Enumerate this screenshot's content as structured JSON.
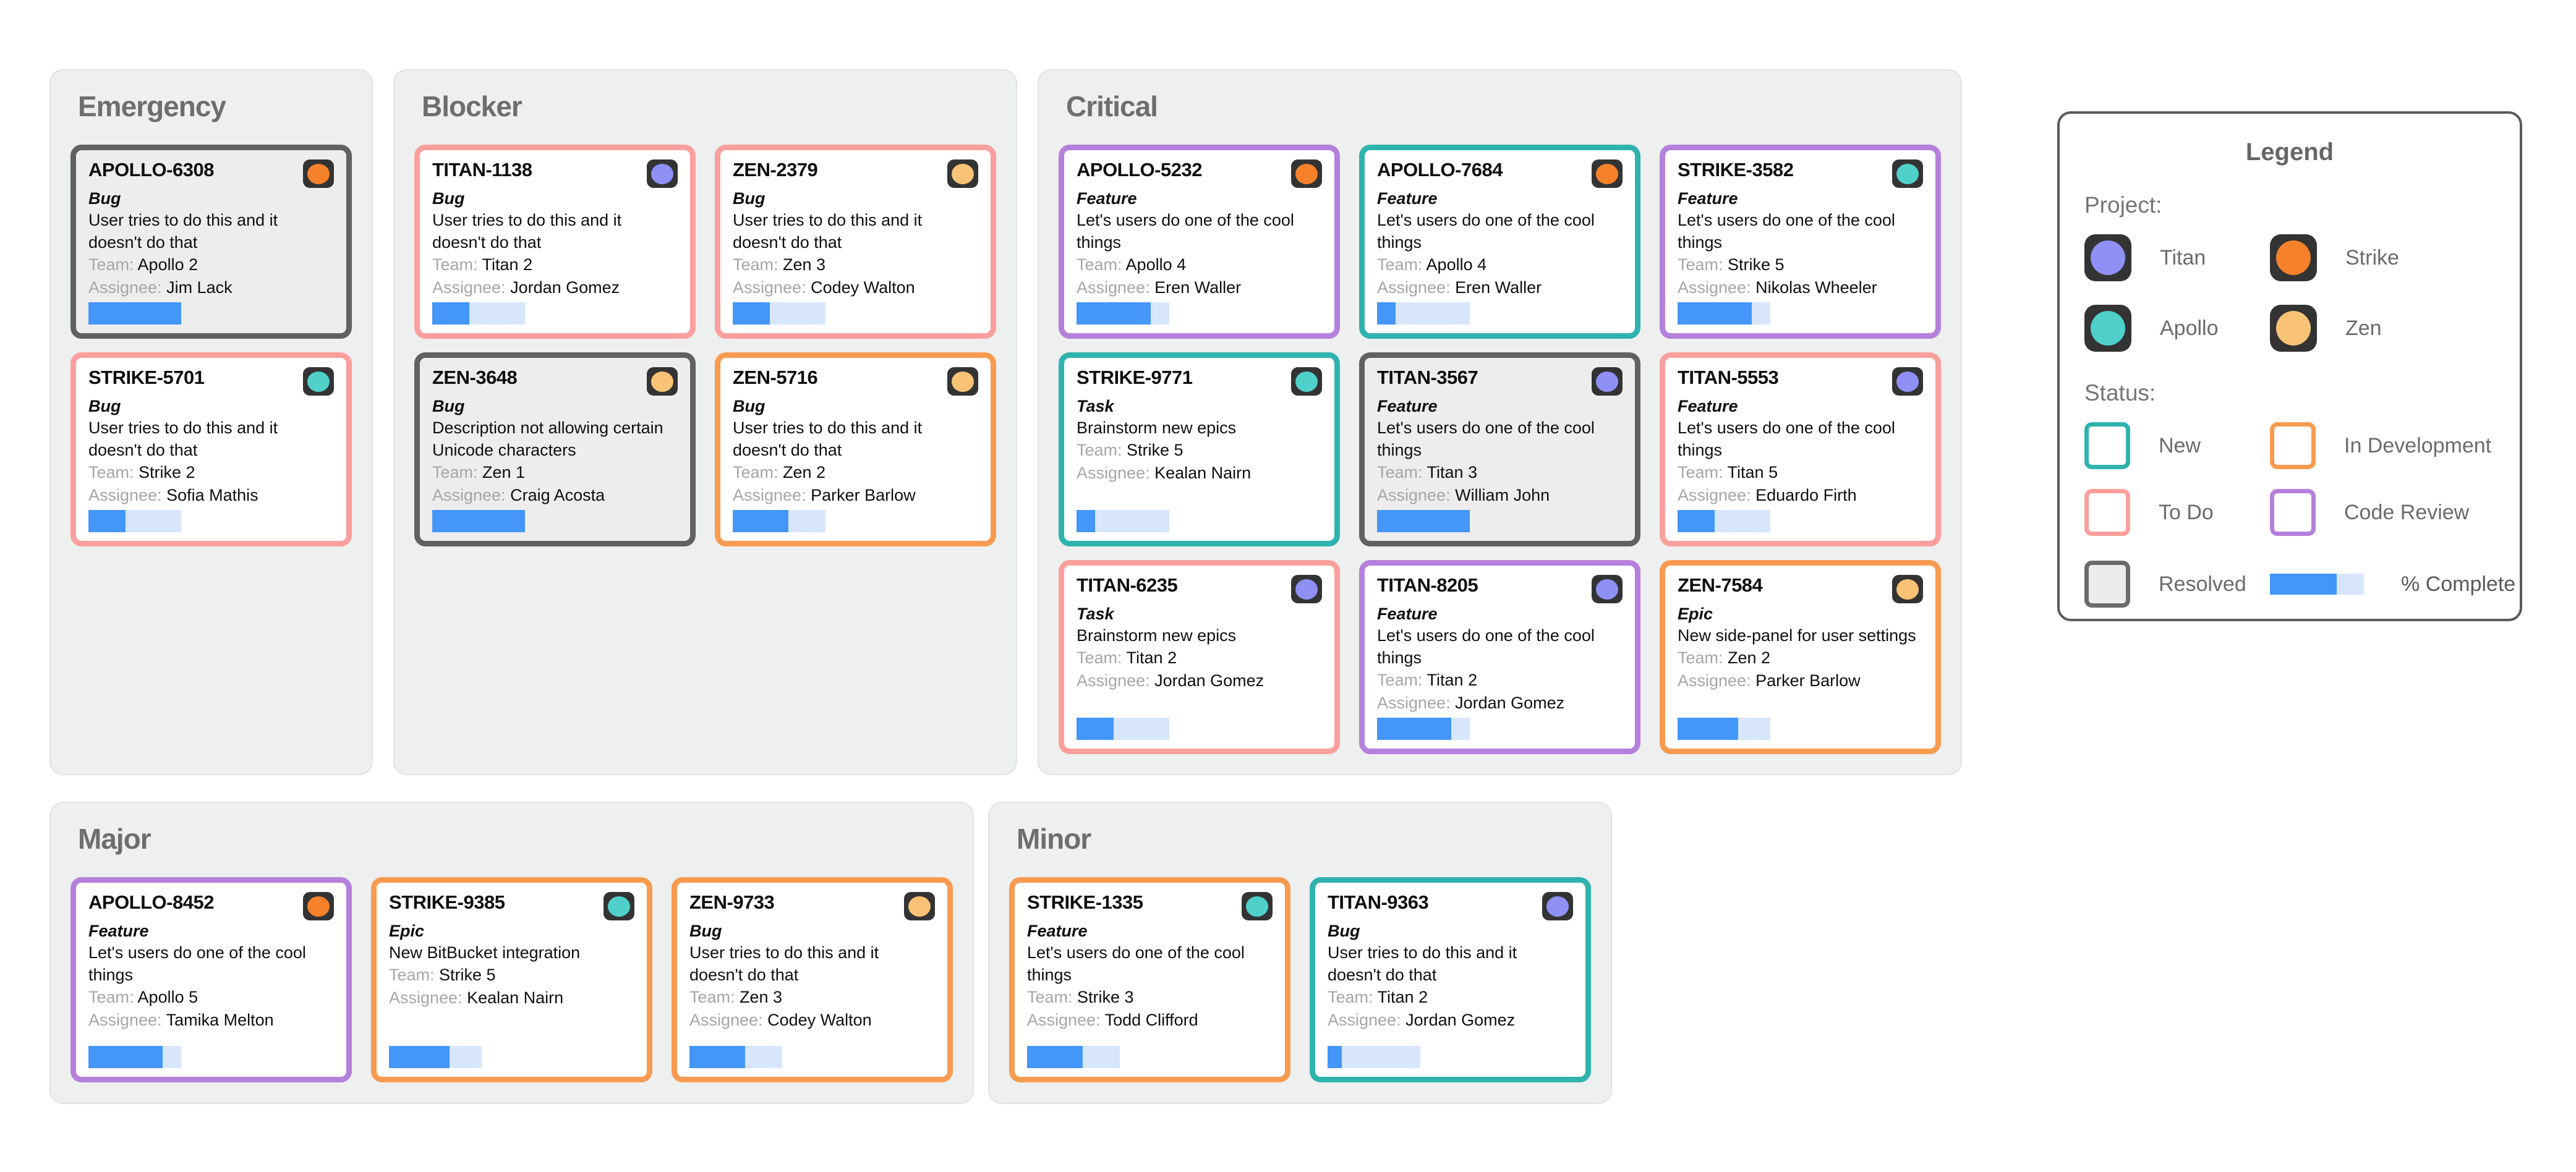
{
  "board": {
    "labels": {
      "team": "Team:",
      "assignee": "Assignee:"
    },
    "columns": [
      {
        "title": "Emergency",
        "cards": [
          {
            "id": "APOLLO-6308",
            "type": "Bug",
            "description": "User tries to do this and it doesn't do that",
            "team": "Apollo 2",
            "assignee": "Jim Lack",
            "project": "Apollo",
            "icon_color": "#f5812a",
            "status": "Resolved",
            "status_key": "resolved",
            "percent_complete": 100
          },
          {
            "id": "STRIKE-5701",
            "type": "Bug",
            "description": "User tries to do this and it doesn't do that",
            "team": "Strike 2",
            "assignee": "Sofia Mathis",
            "project": "Strike",
            "icon_color": "#4fd0cb",
            "status": "To Do",
            "status_key": "todo",
            "percent_complete": 40
          }
        ]
      },
      {
        "title": "Blocker",
        "cards": [
          {
            "id": "TITAN-1138",
            "type": "Bug",
            "description": "User tries to do this and it doesn't do that",
            "team": "Titan 2",
            "assignee": "Jordan Gomez",
            "project": "Titan",
            "icon_color": "#8f90f5",
            "status": "To Do",
            "status_key": "todo",
            "percent_complete": 40
          },
          {
            "id": "ZEN-2379",
            "type": "Bug",
            "description": "User tries to do this and it doesn't do that",
            "team": "Zen 3",
            "assignee": "Codey Walton",
            "project": "Zen",
            "icon_color": "#f9c375",
            "status": "To Do",
            "status_key": "todo",
            "percent_complete": 40
          },
          {
            "id": "ZEN-3648",
            "type": "Bug",
            "description": "Description not allowing certain Unicode characters",
            "team": "Zen 1",
            "assignee": "Craig Acosta",
            "project": "Zen",
            "icon_color": "#f9c375",
            "status": "Resolved",
            "status_key": "resolved",
            "percent_complete": 100
          },
          {
            "id": "ZEN-5716",
            "type": "Bug",
            "description": "User tries to do this and it doesn't do that",
            "team": "Zen 2",
            "assignee": "Parker Barlow",
            "project": "Zen",
            "icon_color": "#f9c375",
            "status": "In Development",
            "status_key": "indev",
            "percent_complete": 60
          }
        ]
      },
      {
        "title": "Critical",
        "cards": [
          {
            "id": "APOLLO-5232",
            "type": "Feature",
            "description": "Let's users do one of the cool things",
            "team": "Apollo 4",
            "assignee": "Eren Waller",
            "project": "Apollo",
            "icon_color": "#f5812a",
            "status": "Code Review",
            "status_key": "codereview",
            "percent_complete": 80
          },
          {
            "id": "APOLLO-7684",
            "type": "Feature",
            "description": "Let's users do one of the cool things",
            "team": "Apollo 4",
            "assignee": "Eren Waller",
            "project": "Apollo",
            "icon_color": "#f5812a",
            "status": "New",
            "status_key": "new",
            "percent_complete": 20
          },
          {
            "id": "STRIKE-3582",
            "type": "Feature",
            "description": "Let's users do one of the cool things",
            "team": "Strike 5",
            "assignee": "Nikolas Wheeler",
            "project": "Strike",
            "icon_color": "#4fd0cb",
            "status": "Code Review",
            "status_key": "codereview",
            "percent_complete": 80
          },
          {
            "id": "STRIKE-9771",
            "type": "Task",
            "description": "Brainstorm new epics",
            "team": "Strike 5",
            "assignee": "Kealan Nairn",
            "project": "Strike",
            "icon_color": "#4fd0cb",
            "status": "New",
            "status_key": "new",
            "percent_complete": 20
          },
          {
            "id": "TITAN-3567",
            "type": "Feature",
            "description": "Let's users do one of the cool things",
            "team": "Titan 3",
            "assignee": "William John",
            "project": "Titan",
            "icon_color": "#8f90f5",
            "status": "Resolved",
            "status_key": "resolved",
            "percent_complete": 100
          },
          {
            "id": "TITAN-5553",
            "type": "Feature",
            "description": "Let's users do one of the cool things",
            "team": "Titan 5",
            "assignee": "Eduardo Firth",
            "project": "Titan",
            "icon_color": "#8f90f5",
            "status": "To Do",
            "status_key": "todo",
            "percent_complete": 40
          },
          {
            "id": "TITAN-6235",
            "type": "Task",
            "description": "Brainstorm new epics",
            "team": "Titan 2",
            "assignee": "Jordan Gomez",
            "project": "Titan",
            "icon_color": "#8f90f5",
            "status": "To Do",
            "status_key": "todo",
            "percent_complete": 40
          },
          {
            "id": "TITAN-8205",
            "type": "Feature",
            "description": "Let's users do one of the cool things",
            "team": "Titan 2",
            "assignee": "Jordan Gomez",
            "project": "Titan",
            "icon_color": "#8f90f5",
            "status": "Code Review",
            "status_key": "codereview",
            "percent_complete": 80
          },
          {
            "id": "ZEN-7584",
            "type": "Epic",
            "description": "New side-panel for user settings",
            "team": "Zen 2",
            "assignee": "Parker Barlow",
            "project": "Zen",
            "icon_color": "#f9c375",
            "status": "In Development",
            "status_key": "indev",
            "percent_complete": 65
          }
        ]
      },
      {
        "title": "Major",
        "cards": [
          {
            "id": "APOLLO-8452",
            "type": "Feature",
            "description": "Let's users do one of the cool things",
            "team": "Apollo 5",
            "assignee": "Tamika Melton",
            "project": "Apollo",
            "icon_color": "#f5812a",
            "status": "Code Review",
            "status_key": "codereview",
            "percent_complete": 80
          },
          {
            "id": "STRIKE-9385",
            "type": "Epic",
            "description": "New BitBucket integration",
            "team": "Strike 5",
            "assignee": "Kealan Nairn",
            "project": "Strike",
            "icon_color": "#4fd0cb",
            "status": "In Development",
            "status_key": "indev",
            "percent_complete": 65
          },
          {
            "id": "ZEN-9733",
            "type": "Bug",
            "description": "User tries to do this and it doesn't do that",
            "team": "Zen 3",
            "assignee": "Codey Walton",
            "project": "Zen",
            "icon_color": "#f9c375",
            "status": "In Development",
            "status_key": "indev",
            "percent_complete": 60
          }
        ]
      },
      {
        "title": "Minor",
        "cards": [
          {
            "id": "STRIKE-1335",
            "type": "Feature",
            "description": "Let's users do one of the cool things",
            "team": "Strike 3",
            "assignee": "Todd Clifford",
            "project": "Strike",
            "icon_color": "#4fd0cb",
            "status": "In Development",
            "status_key": "indev",
            "percent_complete": 60
          },
          {
            "id": "TITAN-9363",
            "type": "Bug",
            "description": "User tries to do this and it doesn't do that",
            "team": "Titan 2",
            "assignee": "Jordan Gomez",
            "project": "Titan",
            "icon_color": "#8f90f5",
            "status": "New",
            "status_key": "new",
            "percent_complete": 15
          }
        ]
      }
    ]
  },
  "legend": {
    "title": "Legend",
    "project_section_label": "Project:",
    "projects": [
      {
        "name": "Titan",
        "color": "#8f90f5"
      },
      {
        "name": "Strike",
        "color": "#f5812a"
      },
      {
        "name": "Apollo",
        "color": "#4fd0cb"
      },
      {
        "name": "Zen",
        "color": "#f9c375"
      }
    ],
    "status_section_label": "Status:",
    "statuses": [
      {
        "name": "New",
        "color": "#2fb3ae"
      },
      {
        "name": "In Development",
        "color": "#f89b50"
      },
      {
        "name": "To Do",
        "color": "#fb9f9c"
      },
      {
        "name": "Code Review",
        "color": "#b580db"
      }
    ],
    "resolved_label": "Resolved",
    "percent_label": "% Complete",
    "percent_sample_fill": 71
  },
  "colors": {
    "progress_fill": "#4496f8",
    "progress_track": "#d7e6fc",
    "resolved_border": "#616161",
    "resolved_fill": "#ededed",
    "icon_square": "#333333",
    "column_bg": "#eeefef"
  }
}
